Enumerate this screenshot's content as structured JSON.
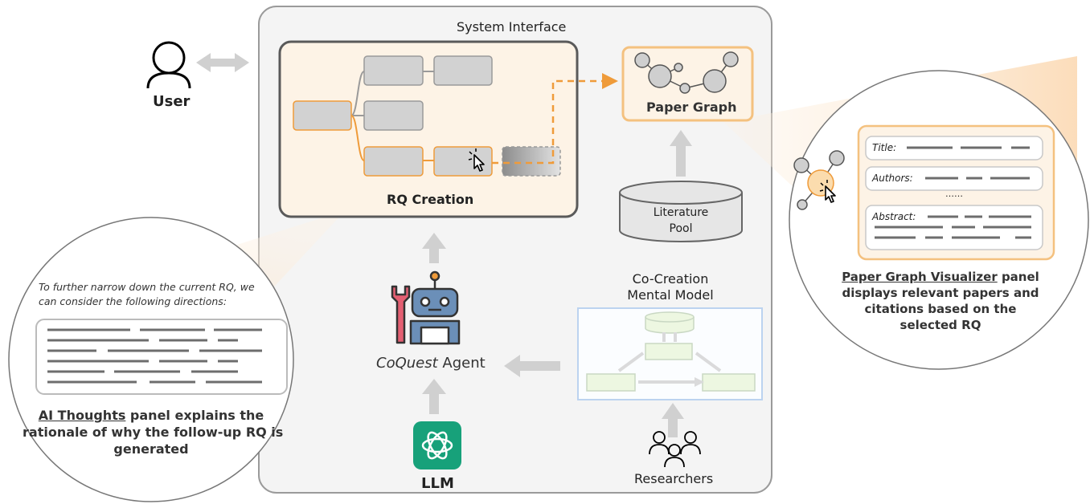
{
  "system": {
    "title": "System Interface"
  },
  "user": {
    "label": "User"
  },
  "rq_creation": {
    "label": "RQ Creation"
  },
  "paper_graph": {
    "label": "Paper Graph"
  },
  "literature_pool": {
    "line1": "Literature",
    "line2": "Pool"
  },
  "agent": {
    "name_italic": "CoQuest",
    "name_rest": " Agent"
  },
  "llm": {
    "label": "LLM"
  },
  "mental_model": {
    "line1": "Co-Creation",
    "line2": "Mental Model"
  },
  "researchers": {
    "label": "Researchers"
  },
  "ai_thoughts": {
    "prompt_line1": "To further narrow down the current RQ, we",
    "prompt_line2": "can consider the following directions:",
    "caption_link": "AI Thoughts",
    "caption_line1_rest": " panel explains the",
    "caption_line2": "rationale of why the follow-up RQ is",
    "caption_line3": "generated"
  },
  "paper_details": {
    "title_label": "Title:",
    "authors_label": "Authors:",
    "ellipsis": "……",
    "abstract_label": "Abstract:",
    "caption_link": "Paper Graph Visualizer",
    "caption_line1_rest": " panel",
    "caption_line2": "displays relevant papers and",
    "caption_line3": "citations based on the",
    "caption_line4": "selected RQ"
  },
  "colors": {
    "accent_orange": "#ef9b3a",
    "panel_fill": "#fdf3e6",
    "arrow_gray": "#cfcfcf",
    "llm_green": "#17a17a",
    "mental_model_border": "#bcd3f0",
    "mental_model_box": "#e9f5d8"
  }
}
